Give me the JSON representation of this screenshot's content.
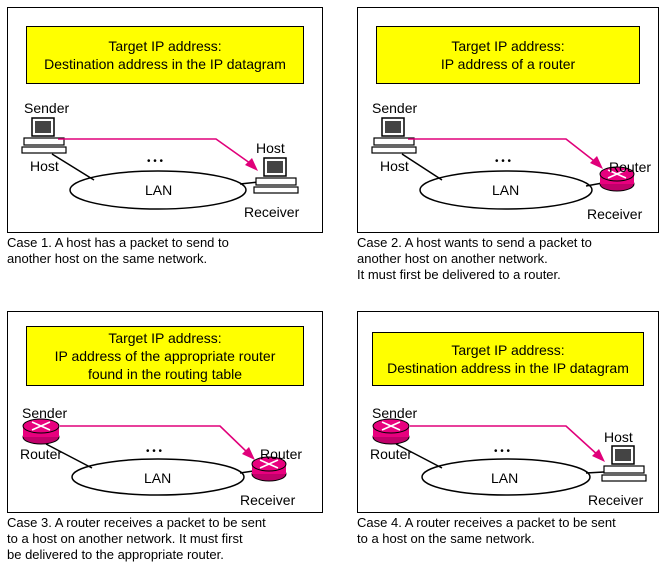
{
  "colors": {
    "banner": "#ffff00",
    "arrow": "#e0007a",
    "router": "#e8007e",
    "panel_border": "#000000"
  },
  "cases": [
    {
      "banner_lines": [
        "Target IP address:",
        "Destination address in the IP datagram"
      ],
      "left_top": "Sender",
      "left_bottom": "Host",
      "left_icon": "computer-icon",
      "right_top": "Host",
      "right_bottom": "Receiver",
      "right_icon": "computer-icon",
      "lan": "LAN",
      "dots": "• • •",
      "caption_lines": [
        "Case 1. A host has a packet to send to",
        "another host on the same network."
      ]
    },
    {
      "banner_lines": [
        "Target IP address:",
        "IP address of a router"
      ],
      "left_top": "Sender",
      "left_bottom": "Host",
      "left_icon": "computer-icon",
      "right_top": "Router",
      "right_bottom": "Receiver",
      "right_icon": "router-icon",
      "lan": "LAN",
      "dots": "• • •",
      "caption_lines": [
        "Case 2. A host wants to send a packet to",
        "another host on another network.",
        "It must first be delivered to a router."
      ]
    },
    {
      "banner_lines": [
        "Target IP address:",
        "IP address of the appropriate router",
        "found in the routing table"
      ],
      "left_top": "Sender",
      "left_bottom": "Router",
      "left_icon": "router-icon",
      "right_top": "Router",
      "right_bottom": "Receiver",
      "right_icon": "router-icon",
      "lan": "LAN",
      "dots": "• • •",
      "caption_lines": [
        "Case 3. A router receives a packet to be sent",
        "to a host on another network. It must first",
        "be delivered to the appropriate router."
      ]
    },
    {
      "banner_lines": [
        "Target IP address:",
        "Destination address in the IP datagram"
      ],
      "left_top": "Sender",
      "left_bottom": "Router",
      "left_icon": "router-icon",
      "right_top": "Host",
      "right_bottom": "Receiver",
      "right_icon": "computer-icon",
      "lan": "LAN",
      "dots": "• • •",
      "caption_lines": [
        "Case 4. A router receives a packet to be sent",
        "to a host on the same network."
      ]
    }
  ]
}
